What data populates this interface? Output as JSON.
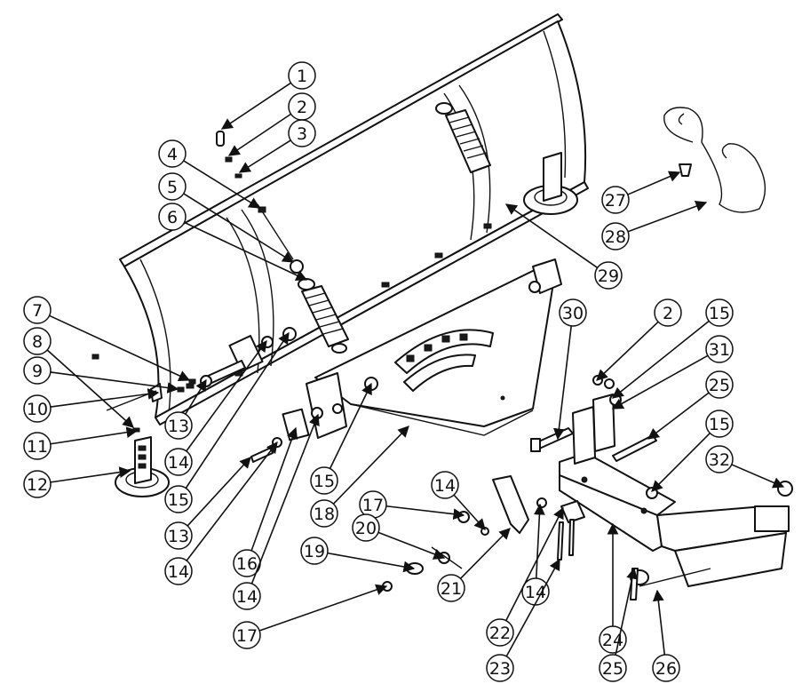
{
  "callouts": [
    {
      "label": "1"
    },
    {
      "label": "2"
    },
    {
      "label": "3"
    },
    {
      "label": "4"
    },
    {
      "label": "5"
    },
    {
      "label": "6"
    },
    {
      "label": "7"
    },
    {
      "label": "8"
    },
    {
      "label": "9"
    },
    {
      "label": "10"
    },
    {
      "label": "11"
    },
    {
      "label": "12"
    },
    {
      "label": "13"
    },
    {
      "label": "14"
    },
    {
      "label": "15"
    },
    {
      "label": "13"
    },
    {
      "label": "14"
    },
    {
      "label": "16"
    },
    {
      "label": "14"
    },
    {
      "label": "15"
    },
    {
      "label": "18"
    },
    {
      "label": "17"
    },
    {
      "label": "14"
    },
    {
      "label": "20"
    },
    {
      "label": "19"
    },
    {
      "label": "17"
    },
    {
      "label": "21"
    },
    {
      "label": "14"
    },
    {
      "label": "22"
    },
    {
      "label": "23"
    },
    {
      "label": "24"
    },
    {
      "label": "25"
    },
    {
      "label": "26"
    },
    {
      "label": "30"
    },
    {
      "label": "2"
    },
    {
      "label": "15"
    },
    {
      "label": "31"
    },
    {
      "label": "25"
    },
    {
      "label": "15"
    },
    {
      "label": "32"
    },
    {
      "label": "27"
    },
    {
      "label": "28"
    },
    {
      "label": "29"
    }
  ]
}
